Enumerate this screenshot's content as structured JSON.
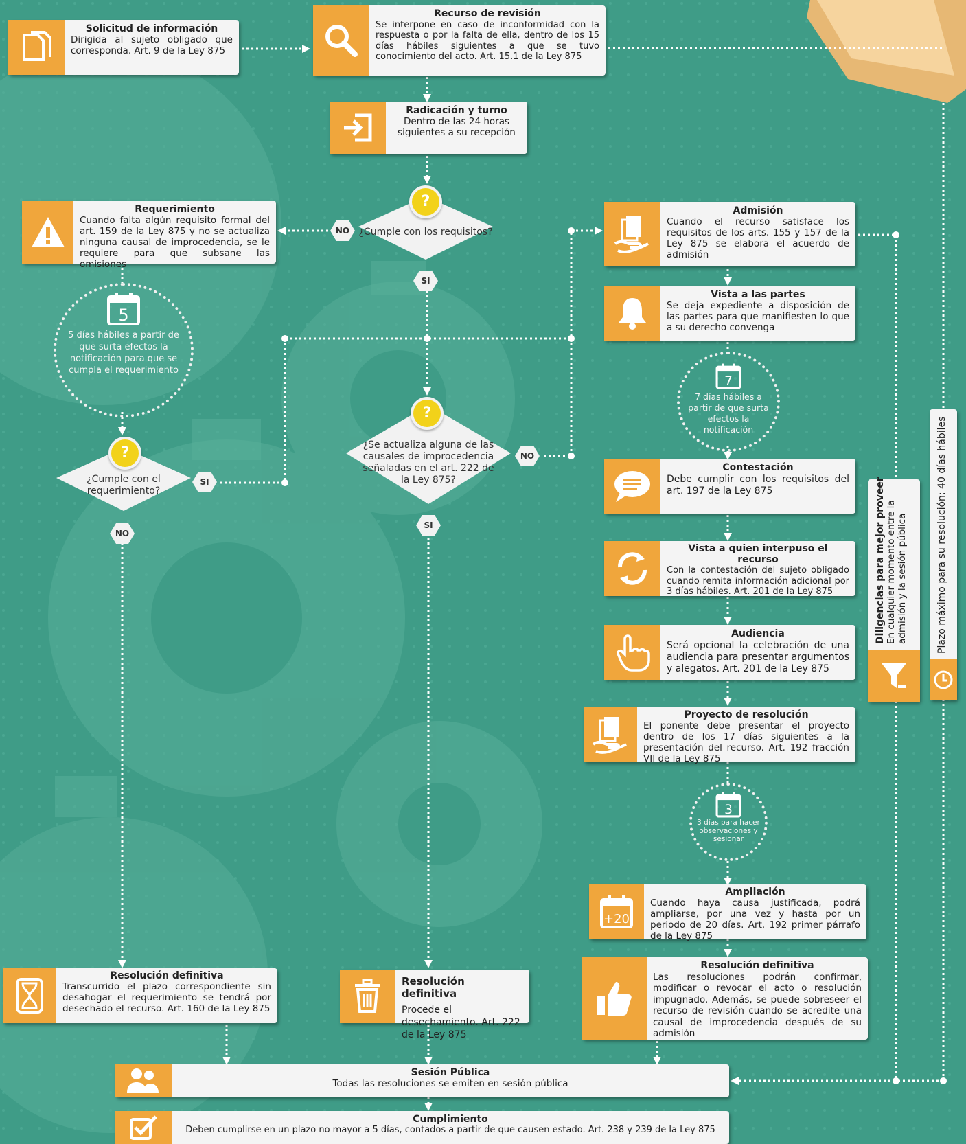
{
  "colors": {
    "background": "#3f9c87",
    "accent": "#f0a63c",
    "card": "#f4f4f4",
    "question": "#f2d21a",
    "connector": "#ffffff"
  },
  "nodes": {
    "solicitud": {
      "title": "Solicitud de información",
      "body": "Dirigida al sujeto obligado que corresponda. Art. 9 de la Ley 875",
      "icon": "documents-icon"
    },
    "recurso": {
      "title": "Recurso de revisión",
      "body": "Se interpone en caso de inconformidad con la respuesta o por la falta de ella, dentro de los 15 días hábiles siguientes a que se tuvo conocimiento del acto. Art. 15.1 de la Ley 875",
      "icon": "search-icon"
    },
    "radicacion": {
      "title": "Radicación y turno",
      "body": "Dentro de las 24 horas siguientes a su recepción",
      "icon": "sign-in-icon"
    },
    "requerimiento": {
      "title": "Requerimiento",
      "body": "Cuando falta algún requisito formal del art. 159 de la Ley 875 y no se actualiza ninguna causal de improcedencia, se le requiere para que subsane las omisiones",
      "icon": "warning-icon"
    },
    "admision": {
      "title": "Admisión",
      "body": "Cuando el recurso satisface los requisitos de los arts. 155 y 157 de la Ley 875 se elabora el acuerdo de admisión",
      "icon": "hand-document-icon"
    },
    "vista_partes": {
      "title": "Vista a las partes",
      "body": "Se deja expediente a disposición de las partes para que manifiesten lo que a su derecho convenga",
      "icon": "bell-icon"
    },
    "contestacion": {
      "title": "Contestación",
      "body": "Debe cumplir con los requisitos del art. 197 de la Ley 875",
      "icon": "speech-bubble-icon"
    },
    "vista_quien": {
      "title": "Vista a quien interpuso el recurso",
      "body": "Con la contestación del sujeto obligado cuando remita información adicional por 3 días hábiles. Art. 201 de la Ley 875",
      "icon": "refresh-icon"
    },
    "audiencia": {
      "title": "Audiencia",
      "body": "Será opcional la celebración de una audiencia para presentar argumentos y alegatos. Art. 201 de la Ley 875",
      "icon": "pointing-hand-icon"
    },
    "proyecto": {
      "title": "Proyecto de resolución",
      "body": "El ponente debe presentar el proyecto dentro de los 17 días siguientes a la presentación del recurso. Art. 192 fracción VII de la Ley 875",
      "icon": "hand-document-icon"
    },
    "ampliacion": {
      "title": "Ampliación",
      "body": "Cuando haya causa justificada, podrá ampliarse, por una vez y hasta por un periodo de 20 días. Art. 192 primer párrafo de la Ley 875",
      "icon": "calendar-plus20-icon",
      "icon_text": "+20"
    },
    "res_def_right": {
      "title": "Resolución definitiva",
      "body": "Las resoluciones podrán confirmar, modificar o revocar el acto o resolución impugnado. Además, se puede sobreseer el recurso de revisión cuando se acredite una causal de improcedencia después de su admisión",
      "icon": "thumbs-up-icon"
    },
    "res_def_left": {
      "title": "Resolución definitiva",
      "body": "Transcurrido el plazo correspondiente sin desahogar el requerimiento se tendrá por desechado el recurso. Art. 160 de la Ley 875",
      "icon": "hourglass-icon"
    },
    "res_def_mid": {
      "title": "Resolución definitiva",
      "body": "Procede el desechamiento. Art. 222 de la Ley 875",
      "icon": "trash-icon"
    },
    "sesion": {
      "title": "Sesión Pública",
      "body": "Todas las resoluciones se emiten en sesión pública",
      "icon": "people-icon"
    },
    "cumplimiento": {
      "title": "Cumplimiento",
      "body": "Deben cumplirse en un plazo no mayor a 5 días, contados a partir de que causen estado. Art. 238 y 239 de la Ley 875",
      "icon": "checkbox-icon"
    }
  },
  "decisions": {
    "requisitos": {
      "question": "¿Cumple con los requisitos?",
      "yes": "SI",
      "no": "NO"
    },
    "improcedencia": {
      "question": "¿Se actualiza alguna de las causales de improcedencia señaladas en el art. 222 de la Ley 875?",
      "yes": "SI",
      "no": "NO"
    },
    "cumple_req": {
      "question": "¿Cumple con el requerimiento?",
      "yes": "SI",
      "no": "NO"
    },
    "mark": "?"
  },
  "timers": {
    "cinco": {
      "number": "5",
      "text": "5 días hábiles a partir de que surta efectos la notificación para que se cumpla el requerimiento"
    },
    "siete": {
      "number": "7",
      "text": "7 días hábiles a partir de que surta efectos la notificación"
    },
    "tres": {
      "number": "3",
      "text": "3 días para hacer observaciones y sesionar"
    }
  },
  "side": {
    "diligencias": {
      "title": "Diligencias para mejor proveer",
      "body": "En cualquier momento entre la admisión y la sesión pública",
      "icon": "funnel-icon"
    },
    "plazo": {
      "title": "Plazo máximo para su resolución: 40 días hábiles",
      "icon": "clock-icon"
    }
  }
}
